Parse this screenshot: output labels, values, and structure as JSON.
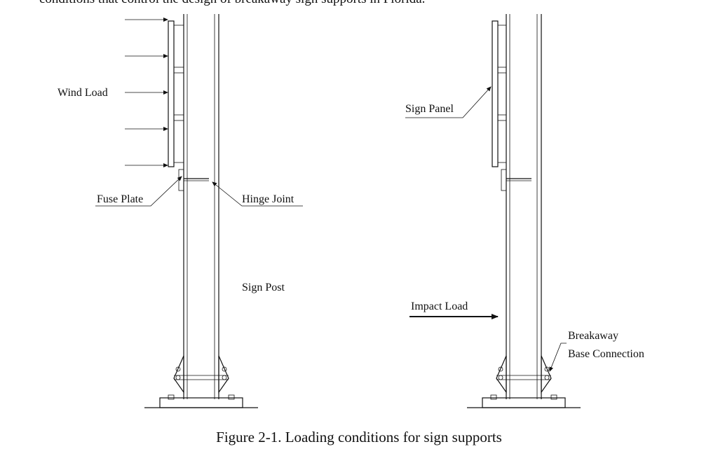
{
  "intro_text": "conditions that control the design of breakaway sign supports in Florida.",
  "labels": {
    "wind_load": "Wind Load",
    "fuse_plate": "Fuse Plate",
    "hinge_joint": "Hinge Joint",
    "sign_post": "Sign Post",
    "sign_panel": "Sign Panel",
    "impact_load": "Impact Load",
    "breakaway": "Breakaway",
    "base_connection": "Base Connection"
  },
  "caption": "Figure 2-1. Loading conditions for sign supports"
}
